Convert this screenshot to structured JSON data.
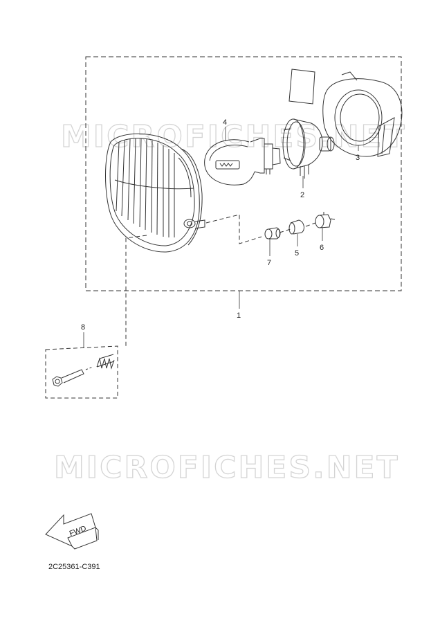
{
  "watermark": "MICROFICHES.NET",
  "callouts": {
    "c1": "1",
    "c2": "2",
    "c3": "3",
    "c4": "4",
    "c5": "5",
    "c6": "6",
    "c7": "7",
    "c8": "8"
  },
  "fwd_label": "FWD",
  "diagram_code": "2C25361-C391"
}
